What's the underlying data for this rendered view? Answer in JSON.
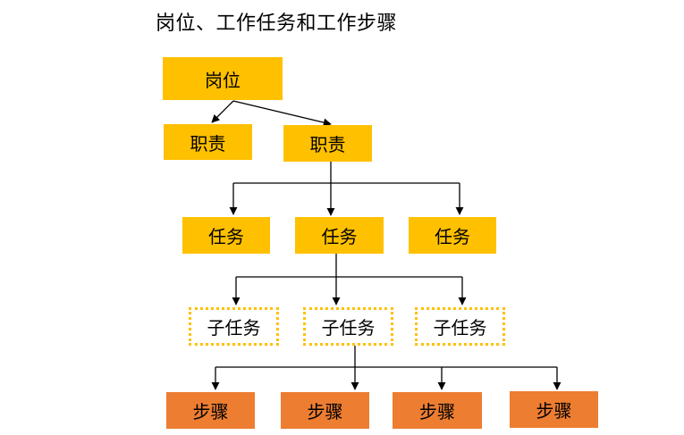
{
  "title": "岗位、工作任务和工作步骤",
  "colors": {
    "yellow": "#FFC000",
    "orange": "#ED7D31",
    "line": "#000000"
  },
  "nodes": {
    "position": "岗位",
    "duty_left": "职责",
    "duty_right": "职责",
    "task_1": "任务",
    "task_2": "任务",
    "task_3": "任务",
    "subtask_1": "子任务",
    "subtask_2": "子任务",
    "subtask_3": "子任务",
    "step_1": "步骤",
    "step_2": "步骤",
    "step_3": "步骤",
    "step_4": "步骤"
  }
}
